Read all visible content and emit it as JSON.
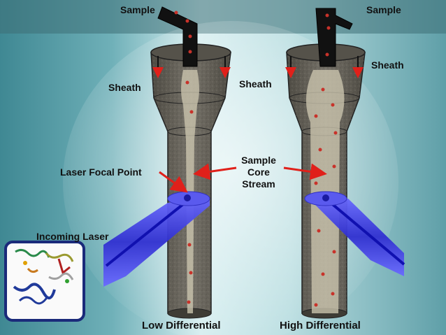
{
  "labels": {
    "sample_left": "Sample",
    "sample_right": "Sample",
    "sheath_left": "Sheath",
    "sheath_middle": "Sheath",
    "sheath_right": "Sheath",
    "laser_focal_point": "Laser Focal Point",
    "core_line1": "Sample",
    "core_line2": "Core",
    "core_line3": "Stream",
    "incoming_laser": "Incoming Laser",
    "low_differential": "Low Differential",
    "high_differential": "High Differential"
  },
  "colors": {
    "background_teal": "#5f9fa8",
    "background_light": "#d8eef0",
    "chamber_grey": "#6a675d",
    "core_light": "#c9c3ad",
    "sample_tube": "#111111",
    "particle_red": "#c8322a",
    "laser_blue": "#4a4ae0",
    "arrow_red": "#e0201a",
    "inset_border": "#1a2a7a"
  },
  "icons": {
    "inset": "protein-structure-icon",
    "arrows": "red-pointer-arrows"
  }
}
